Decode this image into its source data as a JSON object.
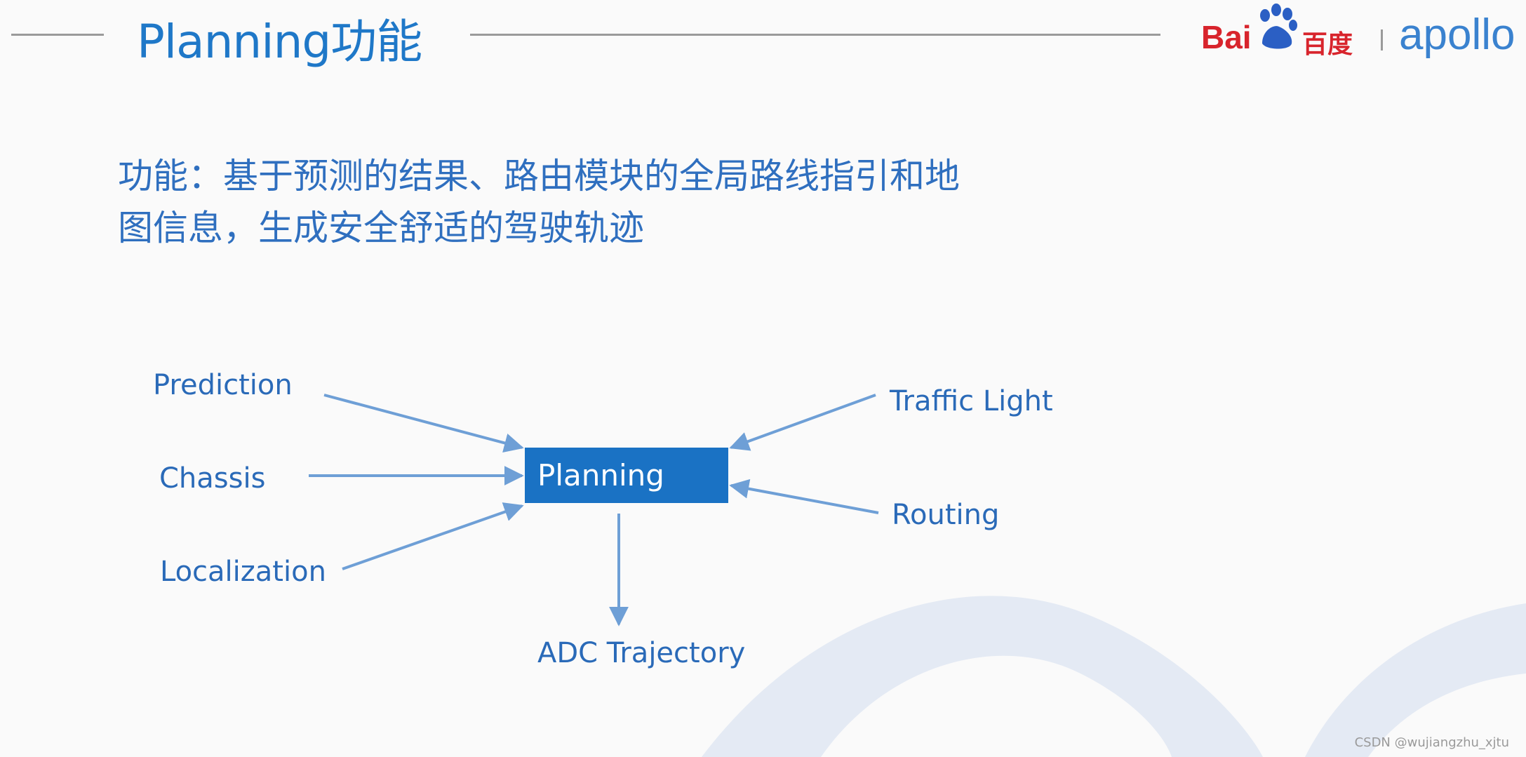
{
  "slide": {
    "title": "Planning功能",
    "description_lines": [
      "功能：基于预测的结果、路由模块的全局路线指引和地",
      "图信息，生成安全舒适的驾驶轨迹"
    ]
  },
  "logos": {
    "baidu_text": "Bai",
    "baidu_cn": "百度",
    "apollo_text": "apollo"
  },
  "diagram": {
    "center": "Planning",
    "inputs_left": [
      "Prediction",
      "Chassis",
      "Localization"
    ],
    "inputs_right": [
      "Traffic Light",
      "Routing"
    ],
    "output": "ADC Trajectory"
  },
  "watermark": "CSDN @wujiangzhu_xjtu",
  "colors": {
    "title": "#1f78c8",
    "text": "#2f6fbf",
    "box": "#1a72c4",
    "arrow": "#6e9fd6",
    "baidu_red": "#d8242c"
  }
}
